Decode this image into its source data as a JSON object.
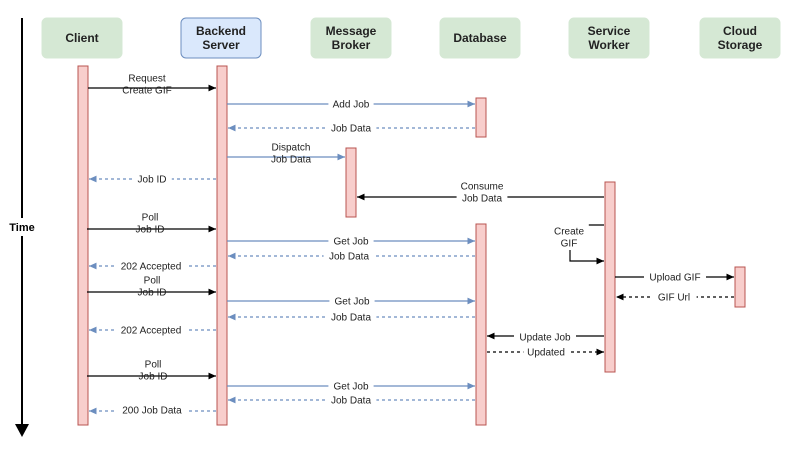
{
  "participants": [
    {
      "id": "client",
      "label": [
        "Client"
      ],
      "fill": "#d5e8d4",
      "stroke": "#d5e8d4"
    },
    {
      "id": "backend",
      "label": [
        "Backend",
        "Server"
      ],
      "fill": "#dae8fc",
      "stroke": "#6c8ebf"
    },
    {
      "id": "broker",
      "label": [
        "Message",
        "Broker"
      ],
      "fill": "#d5e8d4",
      "stroke": "#d5e8d4"
    },
    {
      "id": "database",
      "label": [
        "Database"
      ],
      "fill": "#d5e8d4",
      "stroke": "#d5e8d4"
    },
    {
      "id": "worker",
      "label": [
        "Service",
        "Worker"
      ],
      "fill": "#d5e8d4",
      "stroke": "#d5e8d4"
    },
    {
      "id": "storage",
      "label": [
        "Cloud",
        "Storage"
      ],
      "fill": "#d5e8d4",
      "stroke": "#d5e8d4"
    }
  ],
  "time_axis": {
    "label": "Time"
  },
  "messages": [
    {
      "from": "client",
      "to": "backend",
      "label": [
        "Request",
        "Create GIF"
      ],
      "style": "solid",
      "color": "#000000"
    },
    {
      "from": "backend",
      "to": "database",
      "label": [
        "Add Job"
      ],
      "style": "solid",
      "color": "#6c8ebf"
    },
    {
      "from": "database",
      "to": "backend",
      "label": [
        "Job Data"
      ],
      "style": "dashed",
      "color": "#6c8ebf"
    },
    {
      "from": "backend",
      "to": "broker",
      "label": [
        "Dispatch",
        "Job Data"
      ],
      "style": "solid",
      "color": "#6c8ebf"
    },
    {
      "from": "backend",
      "to": "client",
      "label": [
        "Job ID"
      ],
      "style": "dashed",
      "color": "#6c8ebf"
    },
    {
      "from": "worker",
      "to": "broker",
      "label": [
        "Consume",
        "Job Data"
      ],
      "style": "solid",
      "color": "#000000"
    },
    {
      "from": "client",
      "to": "backend",
      "label": [
        "Poll",
        "Job ID"
      ],
      "style": "solid",
      "color": "#000000"
    },
    {
      "from": "backend",
      "to": "database",
      "label": [
        "Get Job"
      ],
      "style": "solid",
      "color": "#6c8ebf"
    },
    {
      "from": "worker",
      "to": "worker",
      "label": [
        "Create",
        "GIF"
      ],
      "style": "solid",
      "color": "#000000"
    },
    {
      "from": "database",
      "to": "backend",
      "label": [
        "Job Data"
      ],
      "style": "dashed",
      "color": "#6c8ebf"
    },
    {
      "from": "backend",
      "to": "client",
      "label": [
        "202 Accepted"
      ],
      "style": "dashed",
      "color": "#6c8ebf"
    },
    {
      "from": "worker",
      "to": "storage",
      "label": [
        "Upload GIF"
      ],
      "style": "solid",
      "color": "#000000"
    },
    {
      "from": "client",
      "to": "backend",
      "label": [
        "Poll",
        "Job ID"
      ],
      "style": "solid",
      "color": "#000000"
    },
    {
      "from": "storage",
      "to": "worker",
      "label": [
        "GIF Url"
      ],
      "style": "dashed",
      "color": "#000000"
    },
    {
      "from": "backend",
      "to": "database",
      "label": [
        "Get Job"
      ],
      "style": "solid",
      "color": "#6c8ebf"
    },
    {
      "from": "database",
      "to": "backend",
      "label": [
        "Job Data"
      ],
      "style": "dashed",
      "color": "#6c8ebf"
    },
    {
      "from": "backend",
      "to": "client",
      "label": [
        "202 Accepted"
      ],
      "style": "dashed",
      "color": "#6c8ebf"
    },
    {
      "from": "worker",
      "to": "database",
      "label": [
        "Update Job"
      ],
      "style": "solid",
      "color": "#000000"
    },
    {
      "from": "database",
      "to": "worker",
      "label": [
        "Updated"
      ],
      "style": "dashed",
      "color": "#000000"
    },
    {
      "from": "client",
      "to": "backend",
      "label": [
        "Poll",
        "Job ID"
      ],
      "style": "solid",
      "color": "#000000"
    },
    {
      "from": "backend",
      "to": "database",
      "label": [
        "Get Job"
      ],
      "style": "solid",
      "color": "#6c8ebf"
    },
    {
      "from": "database",
      "to": "backend",
      "label": [
        "Job Data"
      ],
      "style": "dashed",
      "color": "#6c8ebf"
    },
    {
      "from": "backend",
      "to": "client",
      "label": [
        "200 Job Data"
      ],
      "style": "dashed",
      "color": "#6c8ebf"
    }
  ]
}
